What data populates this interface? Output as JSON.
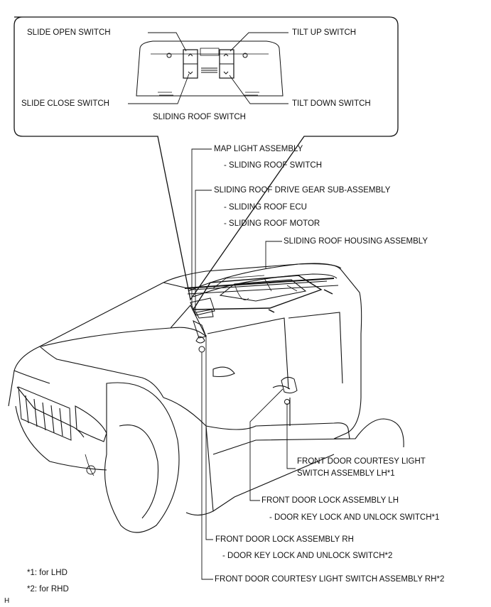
{
  "callout": {
    "slide_open": "SLIDE OPEN SWITCH",
    "slide_close": "SLIDE CLOSE SWITCH",
    "tilt_up": "TILT UP SWITCH",
    "tilt_down": "TILT DOWN SWITCH",
    "caption": "SLIDING ROOF SWITCH"
  },
  "parts": {
    "map_light": "MAP LIGHT ASSEMBLY",
    "map_light_sub": "- SLIDING ROOF SWITCH",
    "drive_gear": "SLIDING ROOF DRIVE GEAR SUB-ASSEMBLY",
    "drive_gear_sub1": "- SLIDING ROOF ECU",
    "drive_gear_sub2": "- SLIDING ROOF MOTOR",
    "housing": "SLIDING ROOF HOUSING ASSEMBLY",
    "courtesy_lh_line1": "FRONT DOOR COURTESY LIGHT",
    "courtesy_lh_line2": "SWITCH ASSEMBLY LH*1",
    "lock_lh": "FRONT DOOR LOCK ASSEMBLY LH",
    "lock_lh_sub": "- DOOR KEY LOCK AND UNLOCK SWITCH*1",
    "lock_rh": "FRONT DOOR LOCK ASSEMBLY RH",
    "lock_rh_sub": "- DOOR KEY LOCK AND UNLOCK SWITCH*2",
    "courtesy_rh": "FRONT DOOR COURTESY LIGHT SWITCH ASSEMBLY RH*2"
  },
  "notes": {
    "note1": "*1: for LHD",
    "note2": "*2: for RHD",
    "corner": "H"
  }
}
